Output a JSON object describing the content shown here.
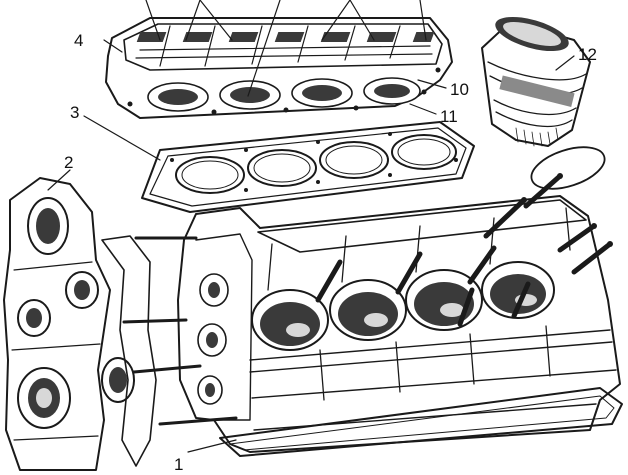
{
  "figure": {
    "labels": [
      {
        "id": "1",
        "text": "1"
      },
      {
        "id": "2",
        "text": "2"
      },
      {
        "id": "3",
        "text": "3"
      },
      {
        "id": "4",
        "text": "4"
      },
      {
        "id": "10",
        "text": "10"
      },
      {
        "id": "11",
        "text": "11"
      },
      {
        "id": "12",
        "text": "12"
      }
    ]
  },
  "colors": {
    "ink": "#1a1a1a",
    "paper": "#ffffff"
  }
}
